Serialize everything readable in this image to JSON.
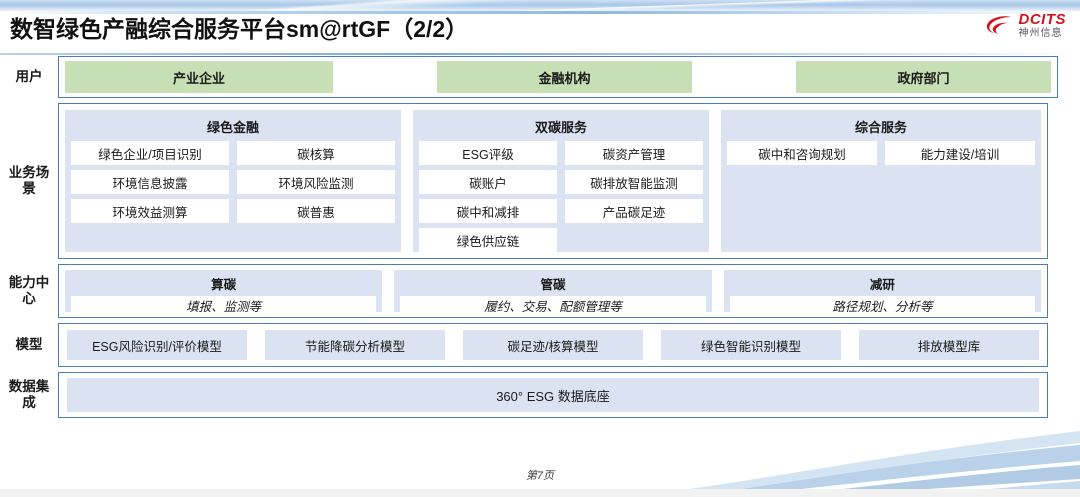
{
  "header": {
    "title": "数智绿色产融综合服务平台sm@rtGF（2/2）",
    "logo_en": "DCITS",
    "logo_cn": "神州信息",
    "brand_red": "#d4121c",
    "border_blue": "#4a7ebb",
    "panel_fill": "#dbe2f1",
    "user_green": "#c6dfb4"
  },
  "rows": {
    "users": {
      "label": "用户",
      "chips": [
        {
          "text": "产业企业"
        },
        {
          "text": "金融机构"
        },
        {
          "text": "政府部门"
        }
      ]
    },
    "business": {
      "label": "业务场景",
      "groups": [
        {
          "title": "绿色金融",
          "items": [
            "绿色企业/项目识别",
            "碳核算",
            "环境信息披露",
            "环境风险监测",
            "环境效益测算",
            "碳普惠"
          ]
        },
        {
          "title": "双碳服务",
          "items": [
            "ESG评级",
            "碳资产管理",
            "碳账户",
            "碳排放智能监测",
            "碳中和减排",
            "产品碳足迹",
            "绿色供应链"
          ]
        },
        {
          "title": "综合服务",
          "items": [
            "碳中和咨询规划",
            "能力建设/培训"
          ]
        }
      ]
    },
    "capability": {
      "label": "能力中心",
      "groups": [
        {
          "title": "算碳",
          "subtitle": "填报、监测等"
        },
        {
          "title": "管碳",
          "subtitle": "履约、交易、配额管理等"
        },
        {
          "title": "减研",
          "subtitle": "路径规划、分析等"
        }
      ]
    },
    "model": {
      "label": "模型",
      "boxes": [
        "ESG风险识别/评价模型",
        "节能降碳分析模型",
        "碳足迹/核算模型",
        "绿色智能识别模型",
        "排放模型库"
      ]
    },
    "data": {
      "label": "数据集成",
      "bar": "360° ESG 数据底座"
    }
  },
  "footer": {
    "page": "第7页"
  }
}
